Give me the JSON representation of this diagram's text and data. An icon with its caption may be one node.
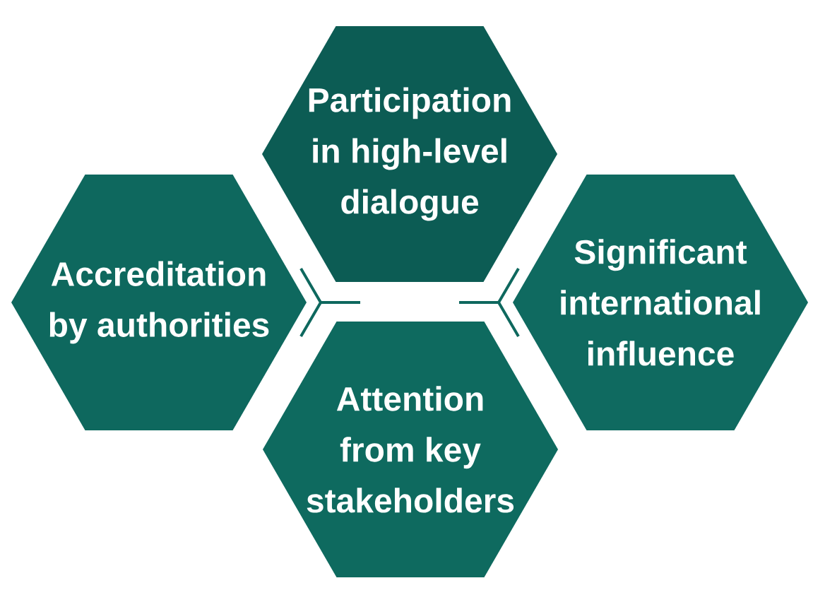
{
  "diagram": {
    "nodes": [
      {
        "text": [
          "Participation in high-level dialogue"
        ]
      },
      {
        "text": [
          "Accreditation by authorities"
        ]
      },
      {
        "text": [
          "Significant international influence"
        ]
      },
      {
        "text": [
          "Attention from key stakeholders"
        ]
      }
    ],
    "edges": [
      {
        "from": 1,
        "to": null,
        "arrow": "other"
      },
      {
        "from": 2,
        "to": null,
        "arrow": "other"
      }
    ]
  }
}
